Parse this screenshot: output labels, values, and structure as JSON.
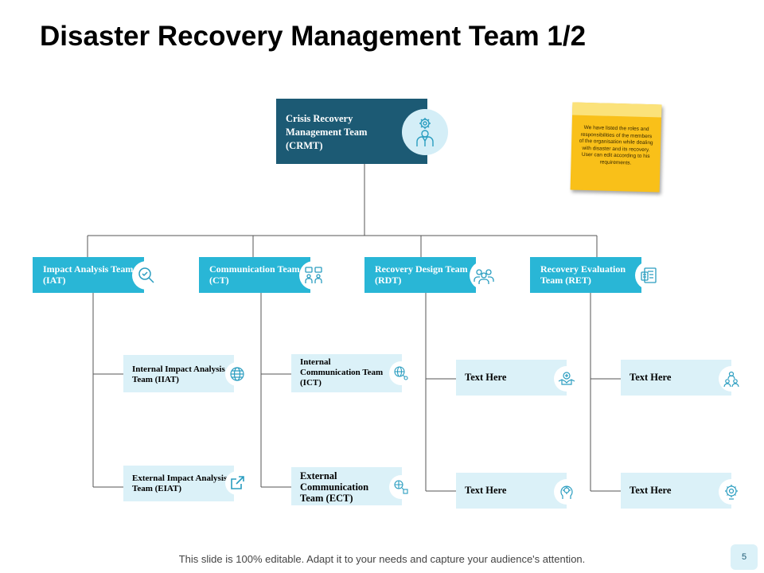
{
  "slide": {
    "title": "Disaster Recovery Management Team 1/2",
    "footer": "This slide is 100% editable. Adapt it to your needs and capture your audience's attention.",
    "page_number": "5"
  },
  "colors": {
    "root_fill": "#1c5a74",
    "team_fill": "#29b6d6",
    "sub_fill": "#dbf1f8",
    "icon_stroke": "#2a9dc0",
    "note_fill": "#f9c019",
    "connector": "#555555"
  },
  "root": {
    "label": "Crisis Recovery Management Team (CRMT)",
    "icon": "gear-person-icon"
  },
  "note": {
    "text": "We have listed the roles and responsibilities of the members of the organisation while dealing with disaster and its recovery. User can edit according to his requirements."
  },
  "teams": [
    {
      "label": "Impact Analysis Team (IAT)",
      "icon": "search-check-icon",
      "subs": [
        {
          "label": "Internal Impact Analysis Team (IIAT)",
          "icon": "globe-icon"
        },
        {
          "label": "External Impact Analysis Team (EIAT)",
          "icon": "external-link-icon"
        }
      ]
    },
    {
      "label": "Communication Team (CT)",
      "icon": "chat-people-icon",
      "subs": [
        {
          "label": "Internal Communication Team (ICT)",
          "icon": "network-globe-icon"
        },
        {
          "label": "External Communication Team (ECT)",
          "icon": "network-nodes-icon"
        }
      ]
    },
    {
      "label": "Recovery Design Team (RDT)",
      "icon": "team-group-icon",
      "subs": [
        {
          "label": "Text Here",
          "icon": "handshake-icon"
        },
        {
          "label": "Text Here",
          "icon": "brain-gear-icon"
        }
      ]
    },
    {
      "label": "Recovery Evaluation Team (RET)",
      "icon": "report-clipboard-icon",
      "subs": [
        {
          "label": "Text Here",
          "icon": "user-group-icon"
        },
        {
          "label": "Text Here",
          "icon": "gear-bulb-icon"
        }
      ]
    }
  ]
}
